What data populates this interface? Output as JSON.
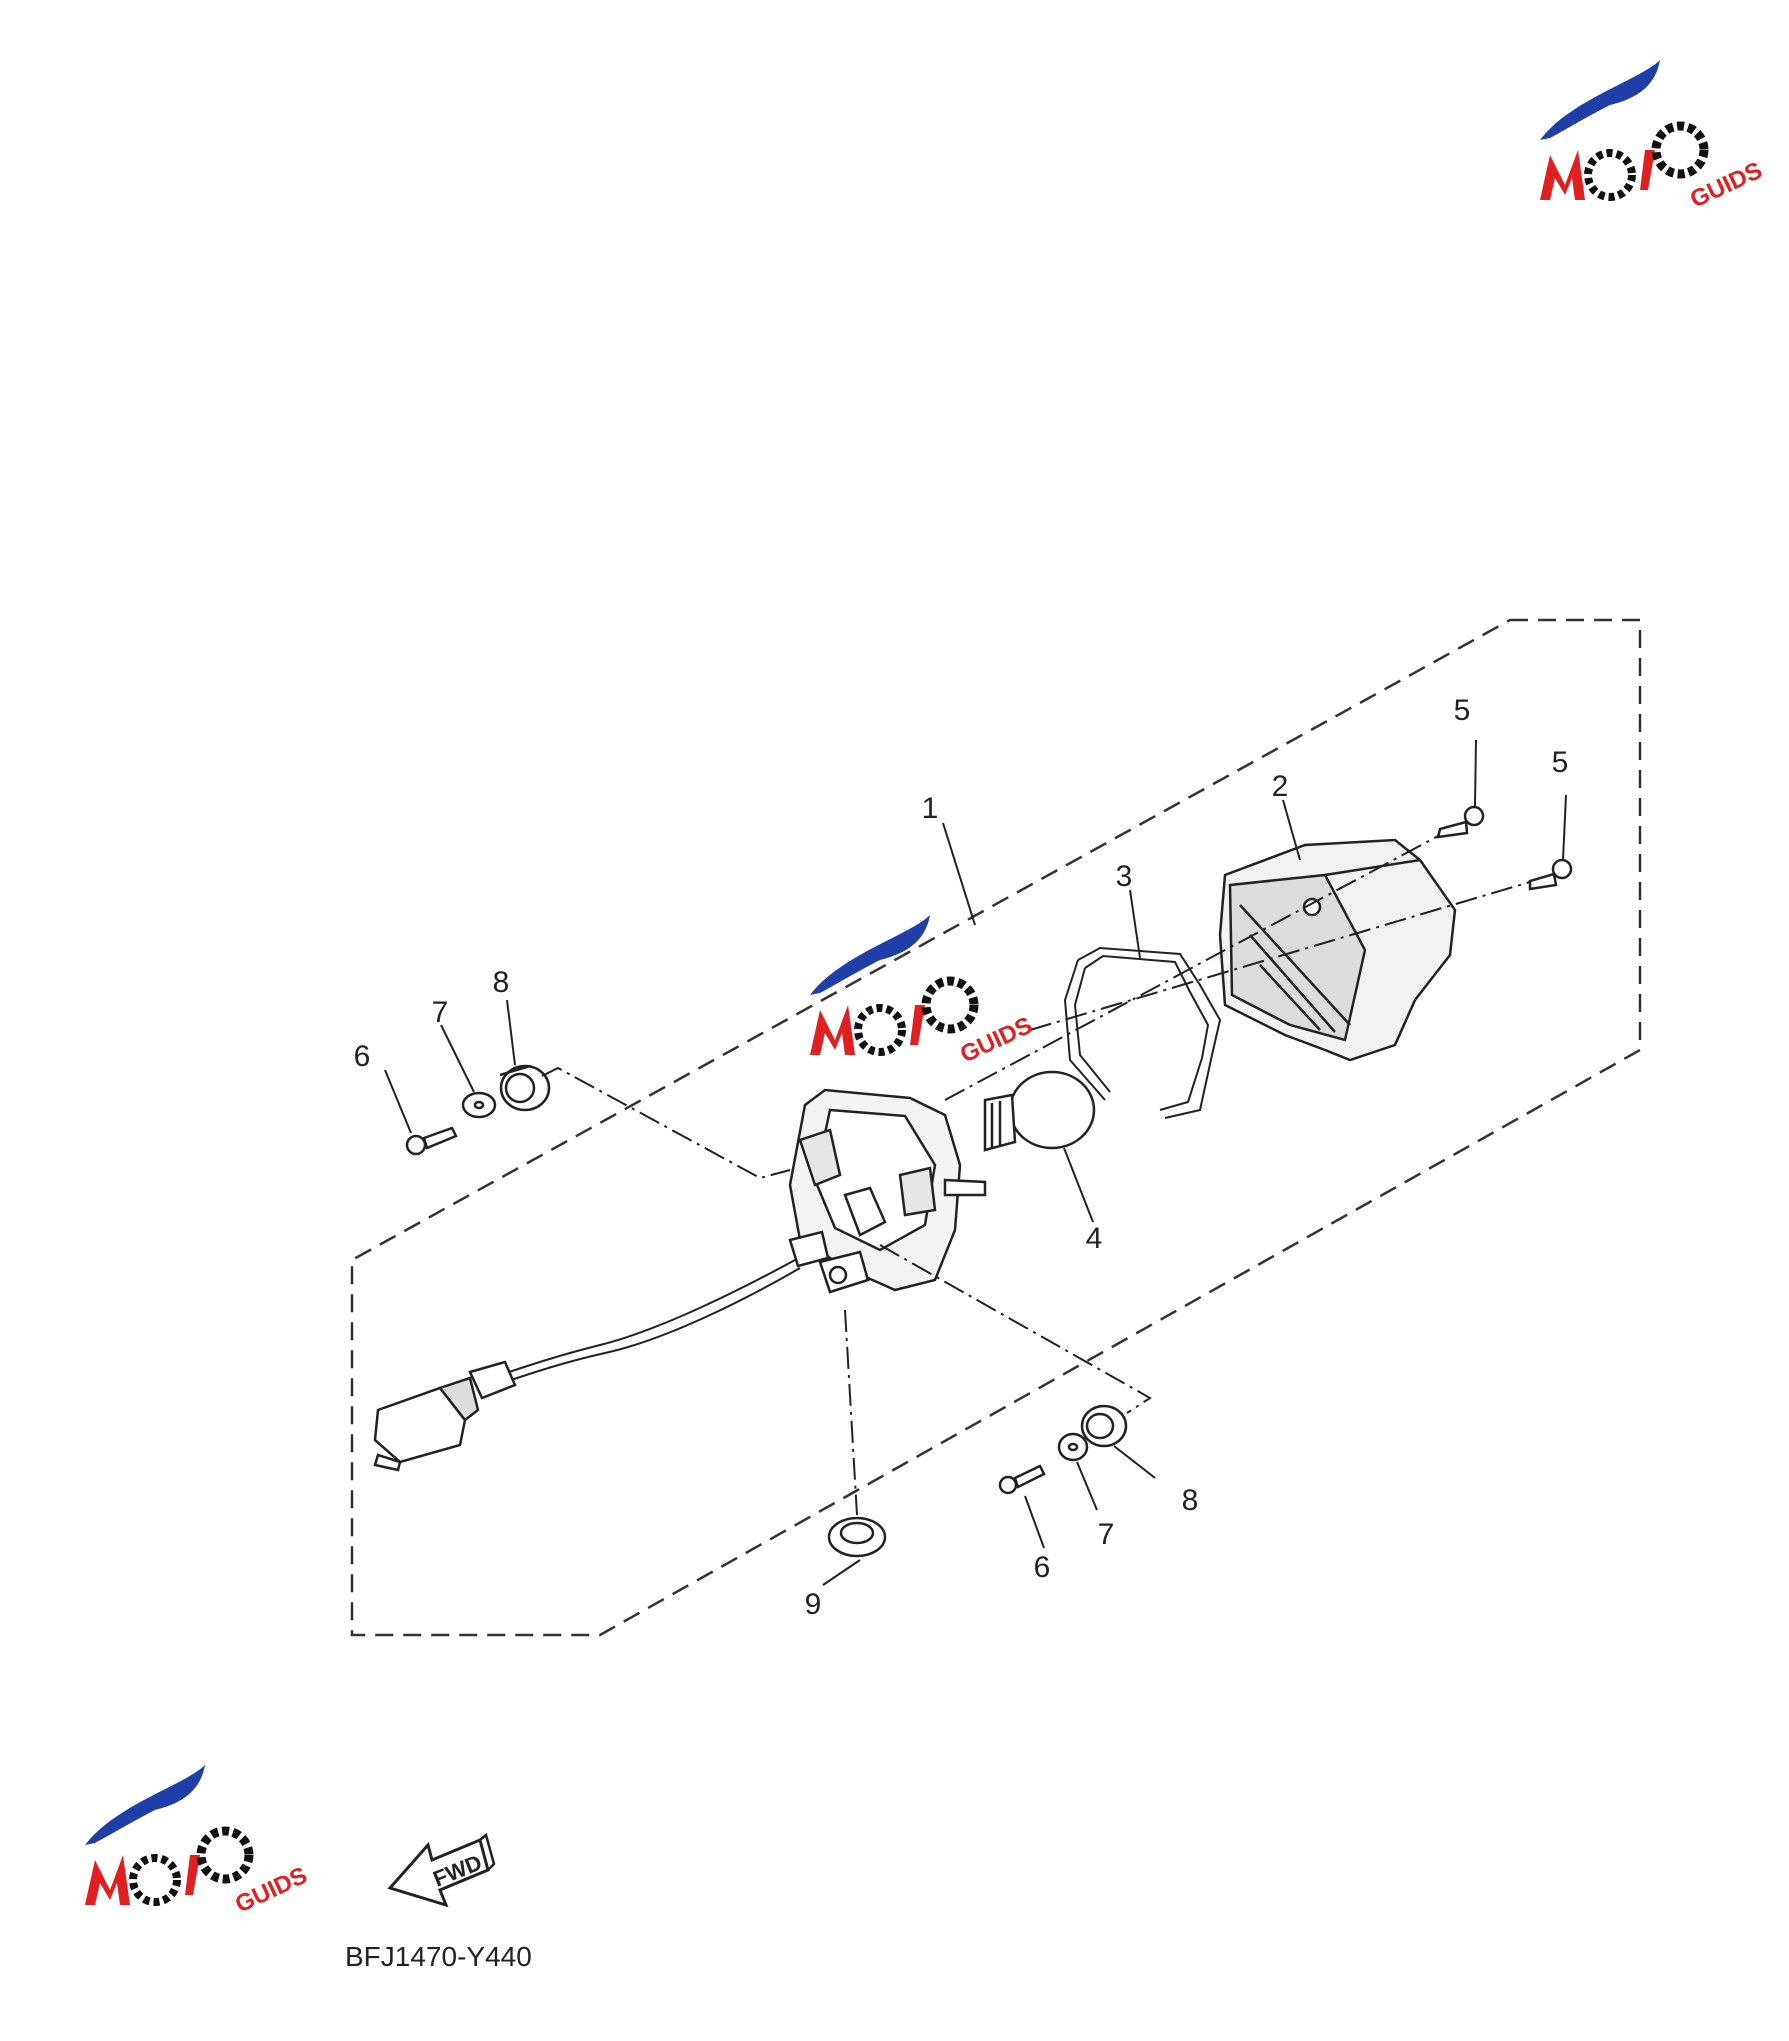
{
  "diagram": {
    "callouts": {
      "p1": "1",
      "p2": "2",
      "p3": "3",
      "p4": "4",
      "p5a": "5",
      "p5b": "5",
      "p6a": "6",
      "p6b": "6",
      "p7a": "7",
      "p7b": "7",
      "p8a": "8",
      "p8b": "8",
      "p9": "9"
    },
    "fwd_label": "FWD",
    "drawing_code": "BFJ1470-Y440"
  },
  "watermark": {
    "text": "MOTO GUIDS",
    "colors": {
      "swoosh": "#1f3fa8",
      "letters": "#e02020",
      "gear": "#111111"
    }
  }
}
